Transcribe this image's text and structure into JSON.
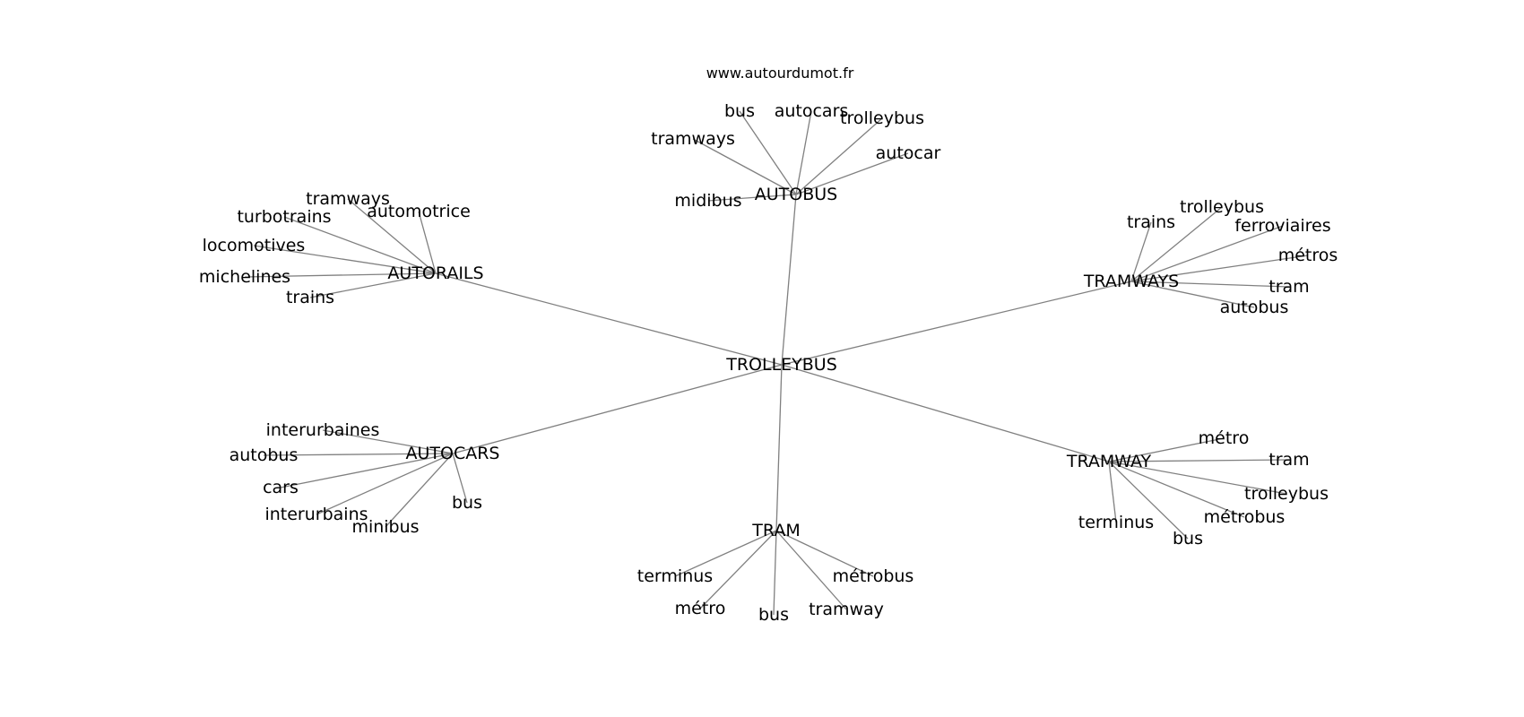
{
  "site": "www.autourdumot.fr",
  "graph": {
    "center": "TROLLEYBUS",
    "clusters": [
      {
        "hub": "AUTOBUS",
        "words": [
          "bus",
          "autocars",
          "trolleybus",
          "tramways",
          "autocar",
          "midibus"
        ]
      },
      {
        "hub": "AUTORAILS",
        "words": [
          "tramways",
          "turbotrains",
          "automotrice",
          "locomotives",
          "michelines",
          "trains"
        ]
      },
      {
        "hub": "TRAMWAYS",
        "words": [
          "trains",
          "trolleybus",
          "ferroviaires",
          "métros",
          "tram",
          "autobus"
        ]
      },
      {
        "hub": "AUTOCARS",
        "words": [
          "interurbaines",
          "autobus",
          "cars",
          "interurbains",
          "minibus",
          "bus"
        ]
      },
      {
        "hub": "TRAM",
        "words": [
          "terminus",
          "métro",
          "bus",
          "tramway",
          "métrobus"
        ]
      },
      {
        "hub": "TRAMWAY",
        "words": [
          "métro",
          "tram",
          "trolleybus",
          "métrobus",
          "terminus",
          "bus"
        ]
      }
    ]
  }
}
